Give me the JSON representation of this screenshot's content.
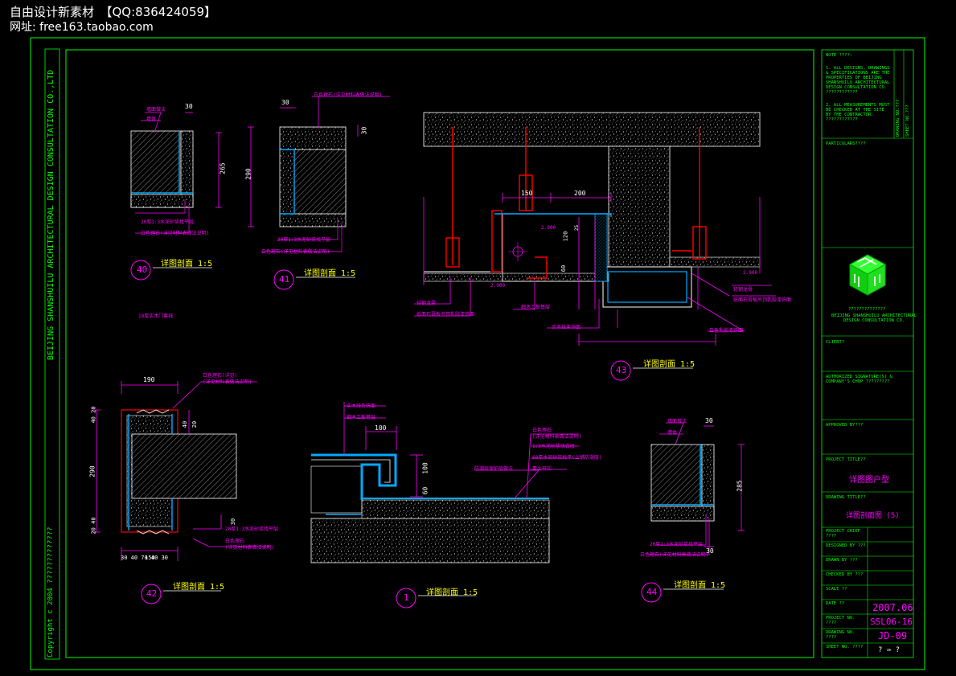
{
  "watermark": {
    "line1": "自由设计新素材　【QQ:836424059】",
    "line2": "网址: free163.taobao.com"
  },
  "border_text": {
    "company_vertical": "BEIJING SHANSHUILU ARCHITECTURAL DESIGN CONSULTATION CO.,LTD",
    "copyright": "Copyright  c  2004  ?????????????"
  },
  "title_block": {
    "note_label": "NOTE ????:",
    "note_1": "1. ALL DESIGNS, DRAWINGS & SPECIFICATIONS ARE THE PROPERTIES OF BEIJING SHANSHUILU ARCHITECTURAL DESIGN CONSULTATION CO. ????????????",
    "note_2": "2. ALL MEASUREMENTS MUST BE CHECKED AT THE SITE BY THE CONTRACTOR. ????????????",
    "particulars_label": "PARTICULARS????",
    "company_cn": "??????????????",
    "company_en": "BEIJING SHANSHUILU ARCHITECTURAL DESIGN CONSULTATION CO.",
    "client_label": "CLIENT?",
    "authorized_label": "AUTHORIZED SIGNATURE(S) & COMPANY'S CHOP ?????????",
    "approved_label": "APPROVED BY???",
    "project_title_label": "PROJECT TITLE??",
    "project_title_value": "详图图户型",
    "drawing_title_label": "DRAWING TITLE??",
    "drawing_title_value": "详图剖面图 (5)",
    "project_chief_label": "PROJECT CHIEF ????",
    "designed_by_label": "DESIGNED BY ???",
    "drawn_by_label": "DRAWN BY ???",
    "checked_by_label": "CHECKED BY ???",
    "scale_label": "SCALE ??",
    "date_label": "DATE ??",
    "date_value": "2007.06",
    "project_no_label": "PROJECT NO. ????",
    "project_no_value": "SSL06-16",
    "drawing_no_label": "DRAWING NO. ????",
    "drawing_no_value": "JD-09",
    "sheet_no_label": "SHEET NO. ????",
    "sheet_no_value": "?  ⇛  ?",
    "revision_label_1": "DRAWING NO.???",
    "revision_label_2": "SHEET NO.???"
  },
  "details": {
    "d40": {
      "number": "40",
      "caption": "详图剖面 1:5"
    },
    "d41": {
      "number": "41",
      "caption": "详图剖面 1:5"
    },
    "d42": {
      "number": "42",
      "caption": "详图剖面 1:5"
    },
    "d43": {
      "number": "43",
      "caption": "详图剖面 1:5"
    },
    "d44": {
      "number": "44",
      "caption": "详图剖面 1:5"
    },
    "d1": {
      "number": "1",
      "caption": "详图剖面 1:5"
    }
  },
  "dimensions": {
    "d40_top": "30",
    "d40_height": "265",
    "d41_top": "30",
    "d41_height": "290",
    "d41_side": "30",
    "d43_a": "150",
    "d43_b": "200",
    "d43_c": "120",
    "d43_d": "60",
    "d43_e": "25",
    "d43_elev_1": "2.900",
    "d43_elev_2": "2.900",
    "d43_elev_3": "2.900",
    "d42_top": "190",
    "d42_h": "290",
    "d42_a": "40",
    "d42_b": "20",
    "d42_c": "30",
    "d42_bottom": "30   40   70   40   30",
    "d42_total": "150",
    "d42_left_a": "40 20",
    "d42_left_b": "20 40",
    "d1_a": "100",
    "d1_b": "100",
    "d1_c": "60",
    "d44_top": "30",
    "d44_height": "285",
    "d44_bottom": "30"
  },
  "annotations": {
    "d40_a": "墙面做法",
    "d40_b": "墙体",
    "d40_c": "20厚1:3水泥砂浆找平层",
    "d40_d": "白色理石(详见材料表做法说明)",
    "d41_top": "白色理石(详见材料表做法说明)",
    "d41_a": "20厚1:3水泥砂浆找平层",
    "d41_b": "白色理石(详见材料表做法说明)",
    "door_note": "18厚实木门套线",
    "d43_l1": "轻钢龙骨",
    "d43_l2": "纸面石膏板吊顶乳胶漆饰面",
    "d43_l3": "细木工板基层",
    "d43_l4": "实木线条饰面",
    "d43_r1": "轻钢龙骨",
    "d43_r2": "纸面石膏板吊顶乳胶漆饰面",
    "d43_r3": "白色乳胶漆饰面",
    "d42_a": "白色理石(详见)",
    "d42_b": "(详见材料表做法说明)",
    "d42_c": "20厚1:3水泥砂浆找平层",
    "d42_d": "白色理石",
    "d42_e": "(详见材料表做法说明)",
    "d1_a": "实木线条饰面",
    "d1_b": "细木工板基层",
    "d1_c": "白色理石",
    "d1_d": "(详见材料表做法说明)",
    "d1_e": "1:3水泥砂浆结合层",
    "d1_f": "60厚水泥砂浆找平(上铺防潮层)",
    "d1_g": "素土夯实",
    "d1_h": "防潮层保护层做法",
    "d44_a": "墙面做法",
    "d44_b": "墙体",
    "d44_c": "20厚1:3水泥砂浆找平层",
    "d44_d": "白色理石(详见材料表做法说明)"
  },
  "colors": {
    "frame": "#00ff00",
    "dimension": "#ff00ff",
    "structure": "#ffffff",
    "finish": "#00aaff",
    "steel": "#ff0000",
    "background": "#000000"
  }
}
